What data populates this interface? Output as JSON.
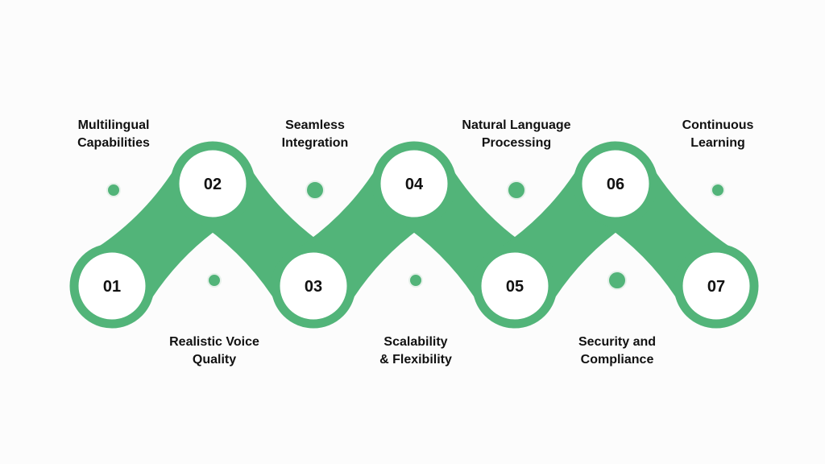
{
  "colors": {
    "background": "#fcfcfc",
    "accent": "#52b479",
    "node_fill": "#ffffff",
    "text": "#111111"
  },
  "steps": [
    {
      "number": "01",
      "label_lines": [
        "Multilingual",
        "Capabilities"
      ]
    },
    {
      "number": "02",
      "label_lines": [
        "Realistic Voice",
        "Quality"
      ]
    },
    {
      "number": "03",
      "label_lines": [
        "Seamless",
        "Integration"
      ]
    },
    {
      "number": "04",
      "label_lines": [
        "Scalability",
        "& Flexibility"
      ]
    },
    {
      "number": "05",
      "label_lines": [
        "Natural Language",
        "Processing"
      ]
    },
    {
      "number": "06",
      "label_lines": [
        "Security and",
        "Compliance"
      ]
    },
    {
      "number": "07",
      "label_lines": [
        "Continuous",
        "Learning"
      ]
    }
  ]
}
